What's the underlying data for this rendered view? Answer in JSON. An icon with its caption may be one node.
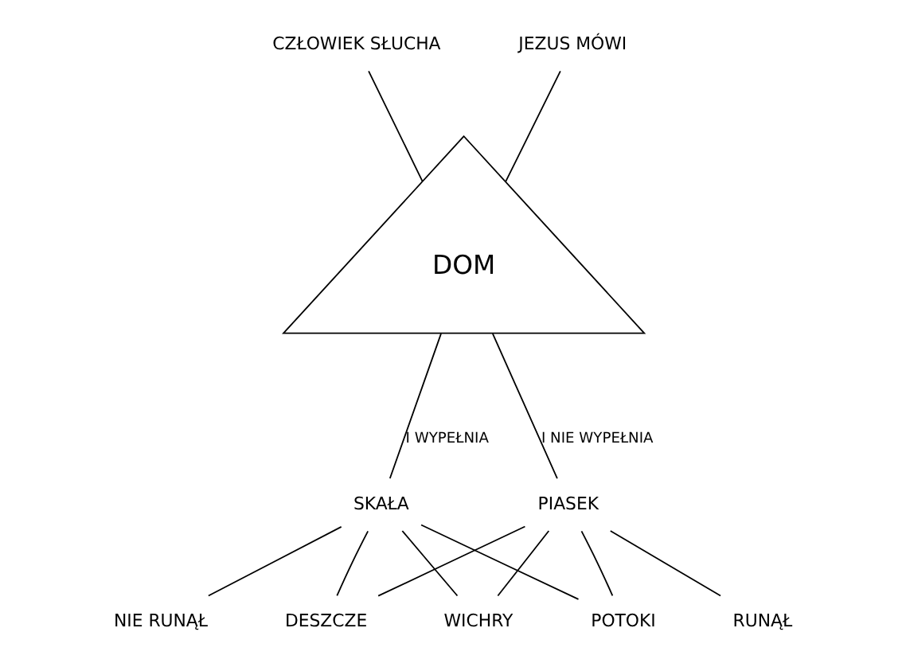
{
  "diagram": {
    "nodes": [
      {
        "text": [
          "CZŁOWIEK SŁUCHA"
        ]
      },
      {
        "text": [
          "JEZUS MÓWI"
        ]
      },
      {
        "text": [
          "DOM"
        ]
      },
      {
        "text": [
          "SKAŁA"
        ]
      },
      {
        "text": [
          "PIASEK"
        ]
      },
      {
        "text": [
          "NIE RUNĄŁ"
        ]
      },
      {
        "text": [
          "DESZCZE"
        ]
      },
      {
        "text": [
          "POTOKI"
        ]
      },
      {
        "text": [
          "WICHRY"
        ]
      },
      {
        "text": [
          "RUNĄŁ"
        ]
      }
    ],
    "edges": [
      {
        "from": 0,
        "to": 2,
        "arrow": "none"
      },
      {
        "from": 1,
        "to": 2,
        "arrow": "none"
      },
      {
        "from": 2,
        "to": 3,
        "arrow": "none",
        "label": "I WYPEŁNIA"
      },
      {
        "from": 2,
        "to": 4,
        "arrow": "none",
        "label": "I NIE WYPEŁNIA"
      },
      {
        "from": 3,
        "to": 5,
        "arrow": "none"
      },
      {
        "from": 4,
        "to": 9,
        "arrow": "none"
      },
      {
        "from": 3,
        "to": 6,
        "arrow": "none"
      },
      {
        "from": 3,
        "to": 7,
        "arrow": "none"
      },
      {
        "from": 3,
        "to": 8,
        "arrow": "none"
      },
      {
        "from": 4,
        "to": 6,
        "arrow": "none"
      },
      {
        "from": 4,
        "to": 7,
        "arrow": "none"
      },
      {
        "from": 4,
        "to": 8,
        "arrow": "none"
      }
    ]
  }
}
